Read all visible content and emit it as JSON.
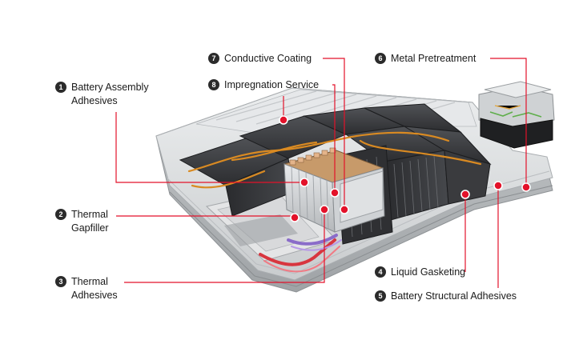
{
  "callouts": [
    {
      "num": "1",
      "lines": [
        "Battery Assembly",
        "Adhesives"
      ]
    },
    {
      "num": "2",
      "lines": [
        "Thermal",
        "Gapfiller"
      ]
    },
    {
      "num": "3",
      "lines": [
        "Thermal",
        "Adhesives"
      ]
    },
    {
      "num": "4",
      "lines": [
        "Liquid Gasketing"
      ]
    },
    {
      "num": "5",
      "lines": [
        "Battery Structural Adhesives"
      ]
    },
    {
      "num": "6",
      "lines": [
        "Metal Pretreatment"
      ]
    },
    {
      "num": "7",
      "lines": [
        "Conductive Coating"
      ]
    },
    {
      "num": "8",
      "lines": [
        "Impregnation Service"
      ]
    }
  ],
  "colors": {
    "accent": "#e3122a",
    "badge": "#2b2b2b",
    "module": "#2e2f31",
    "tray": "#d4d6d8",
    "coolant_hot": "#d8363f",
    "coolant_cool": "#8a6cc9",
    "cell_stack": "#c79a6a"
  }
}
